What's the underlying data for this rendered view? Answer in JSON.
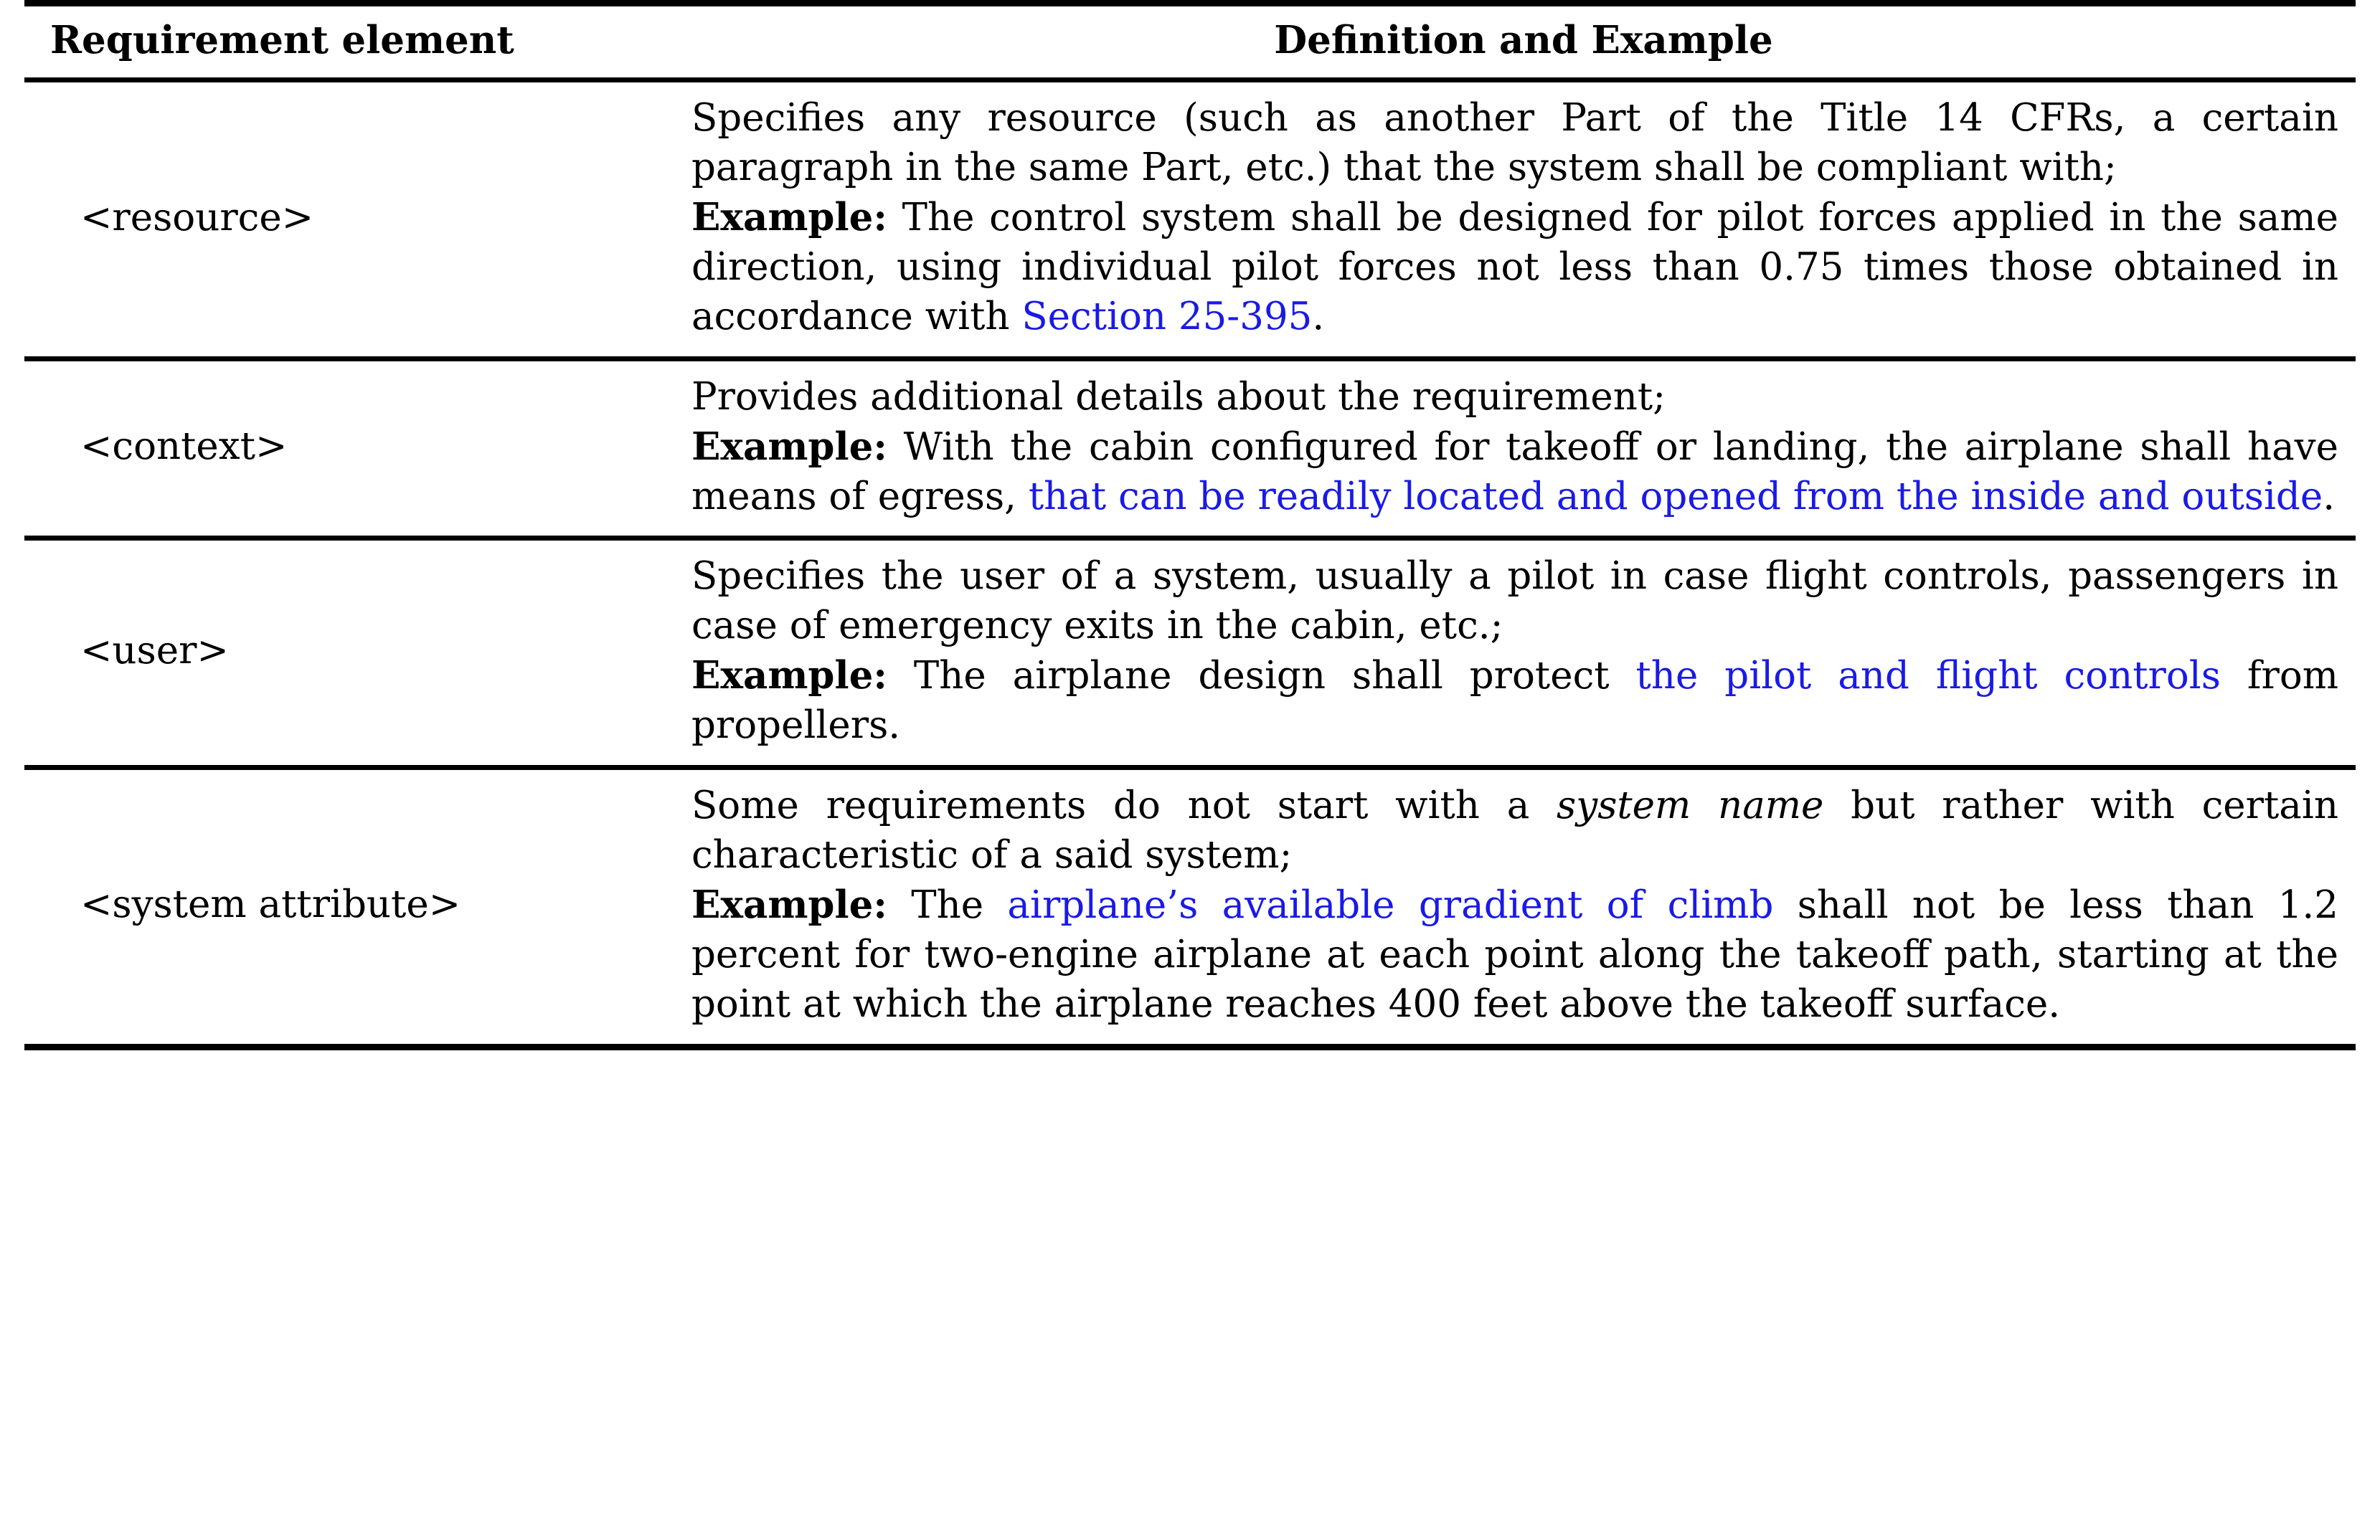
{
  "table": {
    "headers": {
      "element": "Requirement element",
      "definition": "Definition and Example"
    },
    "link_color": "#1a1ae6",
    "rows": [
      {
        "element": "<resource>",
        "definition_lead": "Specifies any resource (such as another Part of the Title 14 CFRs, a certain paragraph in the same Part, etc.) that the system shall be compliant with;",
        "example_label": "Example:",
        "example_part1": " The control system shall be designed for pilot forces applied in the same direction, using individual pilot forces not less than 0.75 times those obtained in accordance with ",
        "example_highlight": "Section 25-395",
        "example_part2": "."
      },
      {
        "element": "<context>",
        "definition_lead": "Provides additional details about the requirement;",
        "example_label": "Example:",
        "example_part1": " With the cabin configured for takeoff or landing, the airplane shall have means of egress, ",
        "example_highlight": "that can be readily located and opened from the inside and outside",
        "example_part2": "."
      },
      {
        "element": "<user>",
        "definition_lead": "Specifies the user of a system, usually a pilot in case flight controls, passengers in case of emergency exits in the cabin, etc.;",
        "example_label": "Example:",
        "example_part1": " The airplane design shall protect ",
        "example_highlight": "the pilot and flight controls",
        "example_part2": " from propellers."
      },
      {
        "element": "<system attribute>",
        "definition_lead_pre": "Some requirements do not start with a ",
        "definition_lead_italic": "system name",
        "definition_lead_post": " but rather with certain characteristic of a said system;",
        "example_label": "Example:",
        "example_part1": " The ",
        "example_highlight": "airplane’s available gradient of climb",
        "example_part2": " shall not be less than 1.2 percent for two-engine airplane at each point along the takeoff path, starting at the point at which the airplane reaches 400 feet above the takeoff surface."
      }
    ]
  }
}
